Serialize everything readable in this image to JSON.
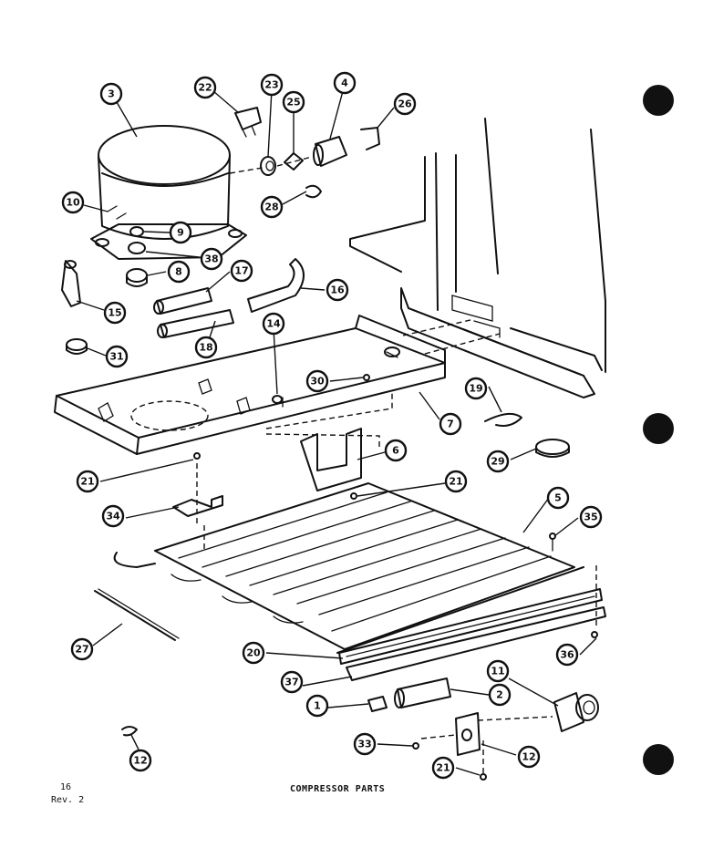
{
  "document": {
    "title": "COMPRESSOR PARTS",
    "page_number": "16",
    "revision": "Rev. 2"
  },
  "callouts": [
    "1",
    "2",
    "3",
    "4",
    "5",
    "6",
    "7",
    "8",
    "9",
    "10",
    "11",
    "12",
    "12",
    "14",
    "15",
    "16",
    "17",
    "18",
    "19",
    "20",
    "21",
    "21",
    "21",
    "22",
    "23",
    "25",
    "26",
    "27",
    "28",
    "29",
    "30",
    "31",
    "33",
    "34",
    "35",
    "36",
    "37",
    "38"
  ]
}
